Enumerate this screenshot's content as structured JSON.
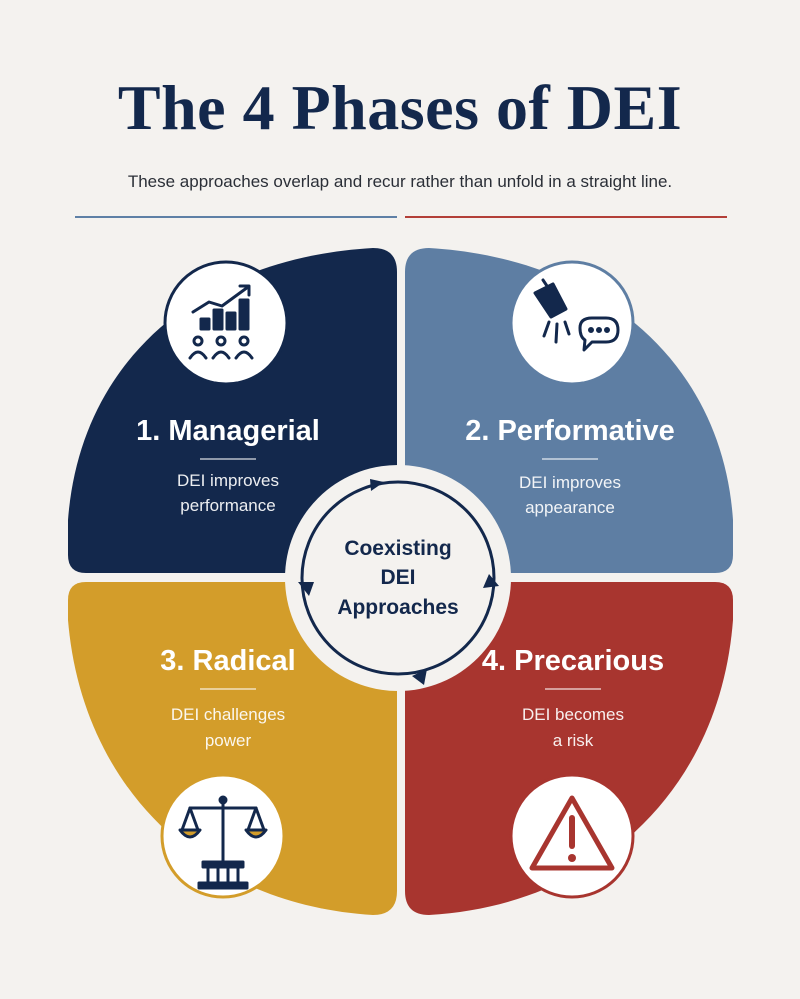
{
  "title": "The 4 Phases of DEI",
  "subtitle": "These approaches overlap and recur rather than unfold in a straight line.",
  "center": {
    "line1": "Coexisting",
    "line2": "DEI",
    "line3": "Approaches"
  },
  "quadrants": [
    {
      "title": "1. Managerial",
      "desc_line1": "DEI improves",
      "desc_line2": "performance",
      "color": "#13284c",
      "icon": "chart-people-icon"
    },
    {
      "title": "2. Performative",
      "desc_line1": "DEI improves",
      "desc_line2": "appearance",
      "color": "#5e7ea3",
      "icon": "spotlight-speech-icon"
    },
    {
      "title": "3. Radical",
      "desc_line1": "DEI challenges",
      "desc_line2": "power",
      "color": "#d39d2a",
      "icon": "scales-of-justice-icon"
    },
    {
      "title": "4. Precarious",
      "desc_line1": "DEI becomes",
      "desc_line2": "a risk",
      "color": "#a8352f",
      "icon": "warning-icon"
    }
  ]
}
